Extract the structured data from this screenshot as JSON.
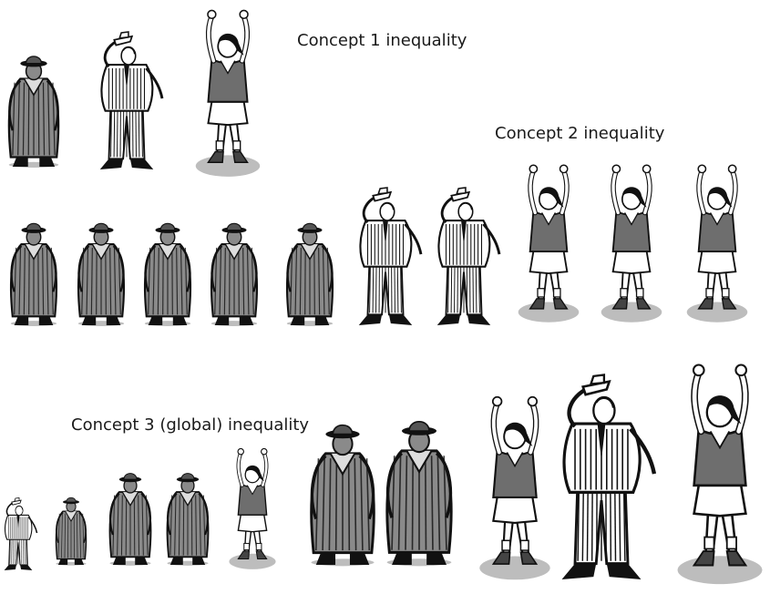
{
  "labels": {
    "concept1": "Concept 1 inequality",
    "concept2": "Concept 2 inequality",
    "concept3": "Concept 3 (global) inequality"
  },
  "figure_types": {
    "coat": "person in long striped coat and hat",
    "tip": "person in pinstripe suit tipping hat",
    "child": "child raising both arms"
  },
  "colors": {
    "ink": "#111111",
    "coat_fill": "#8a8a8a",
    "shirt_fill": "#6e6e6e",
    "shadow": "#bdbdbd",
    "skin": "#ffffff"
  },
  "groups": [
    {
      "name": "concept-1-group",
      "figures": [
        "coat",
        "tip",
        "child"
      ]
    },
    {
      "name": "concept-2-group",
      "figures": [
        "coat",
        "coat",
        "coat",
        "coat",
        "coat",
        "tip",
        "tip",
        "child",
        "child",
        "child"
      ]
    },
    {
      "name": "concept-3-group",
      "figures": [
        "tip",
        "coat",
        "coat",
        "coat",
        "child",
        "coat",
        "coat",
        "child",
        "tip",
        "child"
      ]
    }
  ]
}
